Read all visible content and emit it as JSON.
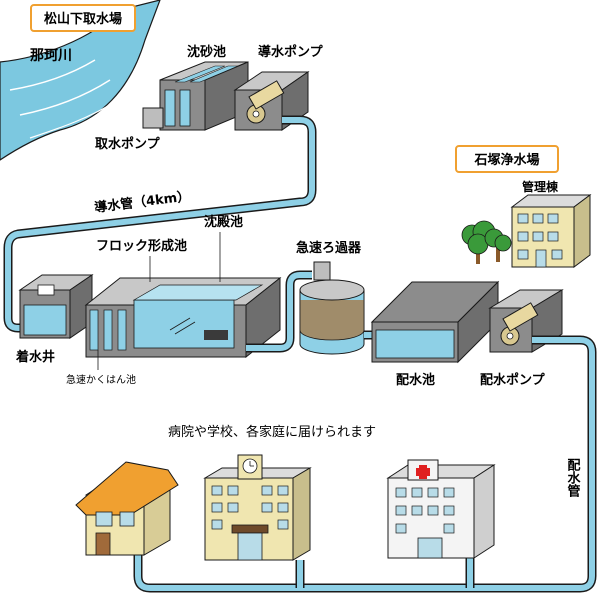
{
  "intake_station": {
    "title": "松山下取水場",
    "border_color": "#f0a030"
  },
  "purification_plant": {
    "title": "石塚浄水場",
    "border_color": "#f0a030"
  },
  "labels": {
    "river": "那珂川",
    "sand_basin": "沈砂池",
    "conveyance_pump": "導水ポンプ",
    "intake_pump": "取水ポンプ",
    "conveyance_pipe": "導水管（4km）",
    "sedimentation_basin": "沈殿池",
    "floc_basin": "フロック形成池",
    "rapid_filter": "急速ろ過器",
    "admin_building": "管理棟",
    "receiving_well": "着水井",
    "rapid_mixing_basin": "急速かくはん池",
    "distribution_reservoir": "配水池",
    "distribution_pump": "配水ポンプ",
    "delivery_caption": "病院や学校、各家庭に届けられます",
    "distribution_pipe": "配水管"
  },
  "colors": {
    "pipe": "#8ed0e6",
    "pipe_outline": "#1a1a1a",
    "water": "#8ed0e6",
    "river": "#7cc8e0",
    "tank_body": "#8c8c8c",
    "tank_top": "#c8c8c8",
    "tree": "#3a9a3a",
    "house_roof": "#f0a030",
    "hospital_cross": "#e02020"
  },
  "icons": [
    "pump-icon",
    "house-icon",
    "school-icon",
    "hospital-icon",
    "tree-icon",
    "admin-building-icon"
  ]
}
